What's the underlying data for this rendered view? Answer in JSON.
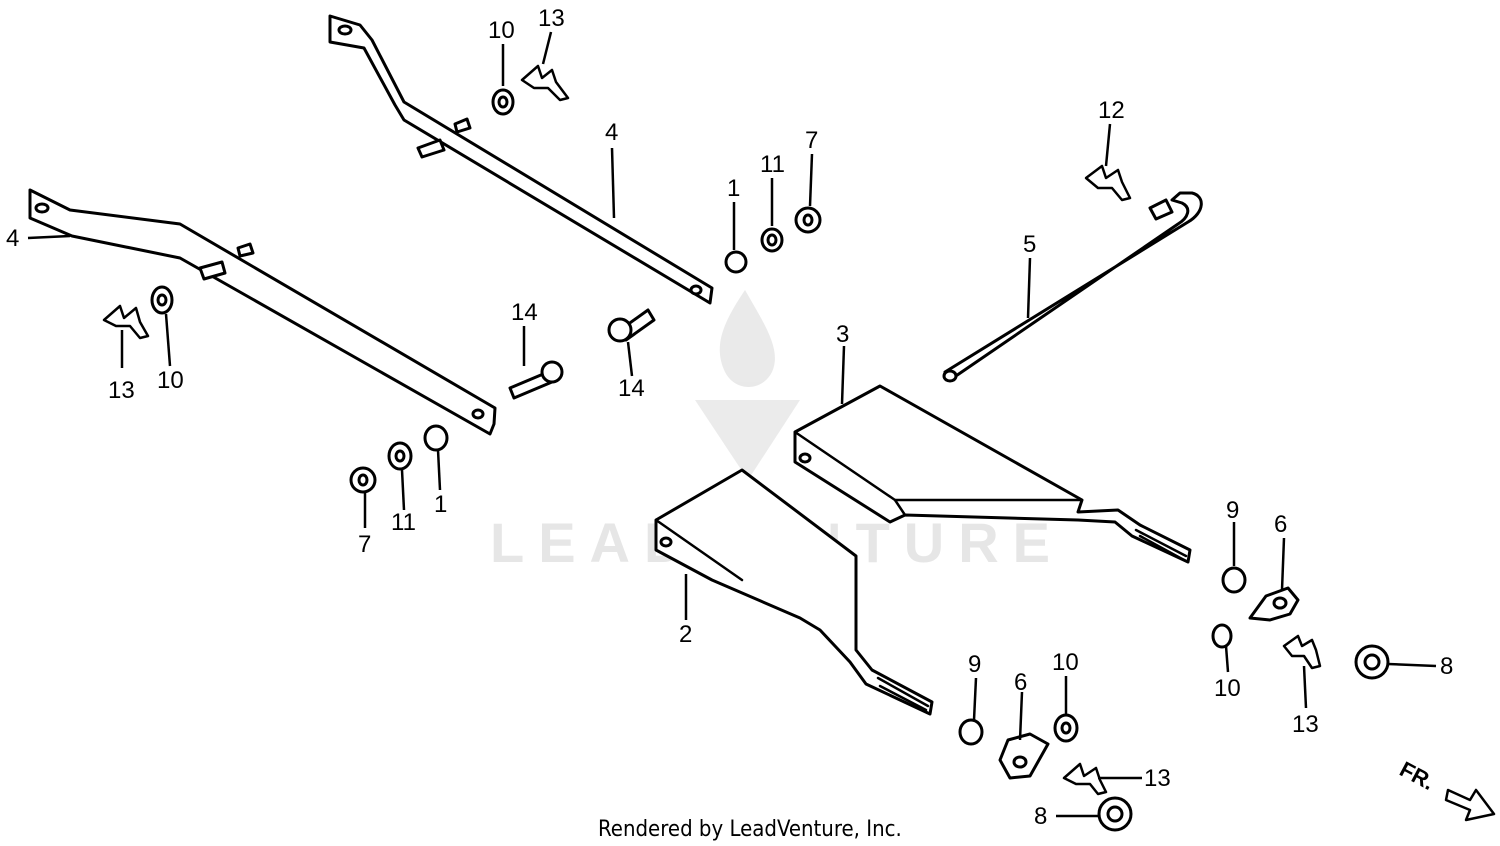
{
  "watermark": {
    "text": "LEADVENTURE",
    "color": "#e6e6e6"
  },
  "footer": {
    "text": "Rendered by LeadVenture, Inc."
  },
  "direction_marker": {
    "label": "FR."
  },
  "callouts": {
    "c10a": "10",
    "c13a": "13",
    "c4a": "4",
    "c4b": "4",
    "c1a": "1",
    "c11a": "11",
    "c7a": "7",
    "c12": "12",
    "c5": "5",
    "c13b": "13",
    "c10b": "10",
    "c14a": "14",
    "c14b": "14",
    "c3": "3",
    "c7b": "7",
    "c11b": "11",
    "c1b": "1",
    "c9a": "9",
    "c6a": "6",
    "c2": "2",
    "c10c": "10",
    "c13c": "13",
    "c8a": "8",
    "c9b": "9",
    "c6b": "6",
    "c10d": "10",
    "c13d": "13",
    "c8b": "8"
  }
}
